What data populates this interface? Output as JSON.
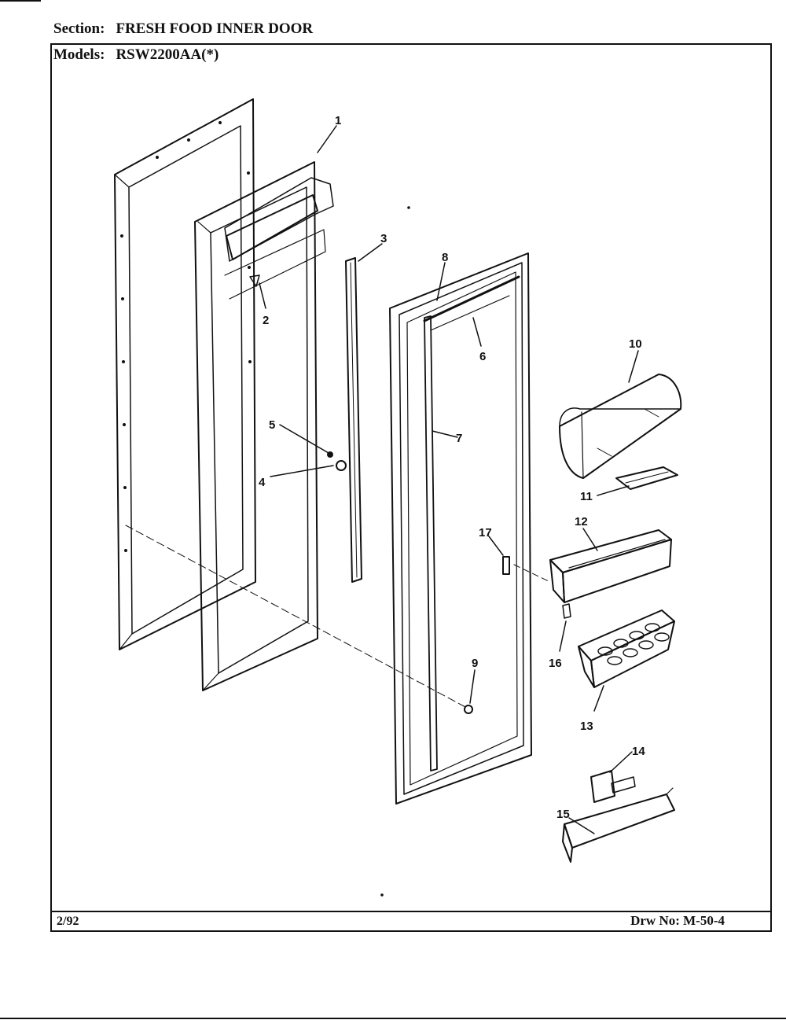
{
  "header": {
    "section_label": "Section:",
    "section_value": "FRESH FOOD INNER DOOR",
    "models_label": "Models:",
    "models_value": "RSW2200AA(*)"
  },
  "footer": {
    "date": "2/92",
    "drawing_number": "Drw No: M-50-4"
  },
  "callouts": [
    "1",
    "2",
    "3",
    "4",
    "5",
    "6",
    "7",
    "8",
    "9",
    "10",
    "11",
    "12",
    "13",
    "14",
    "15",
    "16",
    "17"
  ]
}
